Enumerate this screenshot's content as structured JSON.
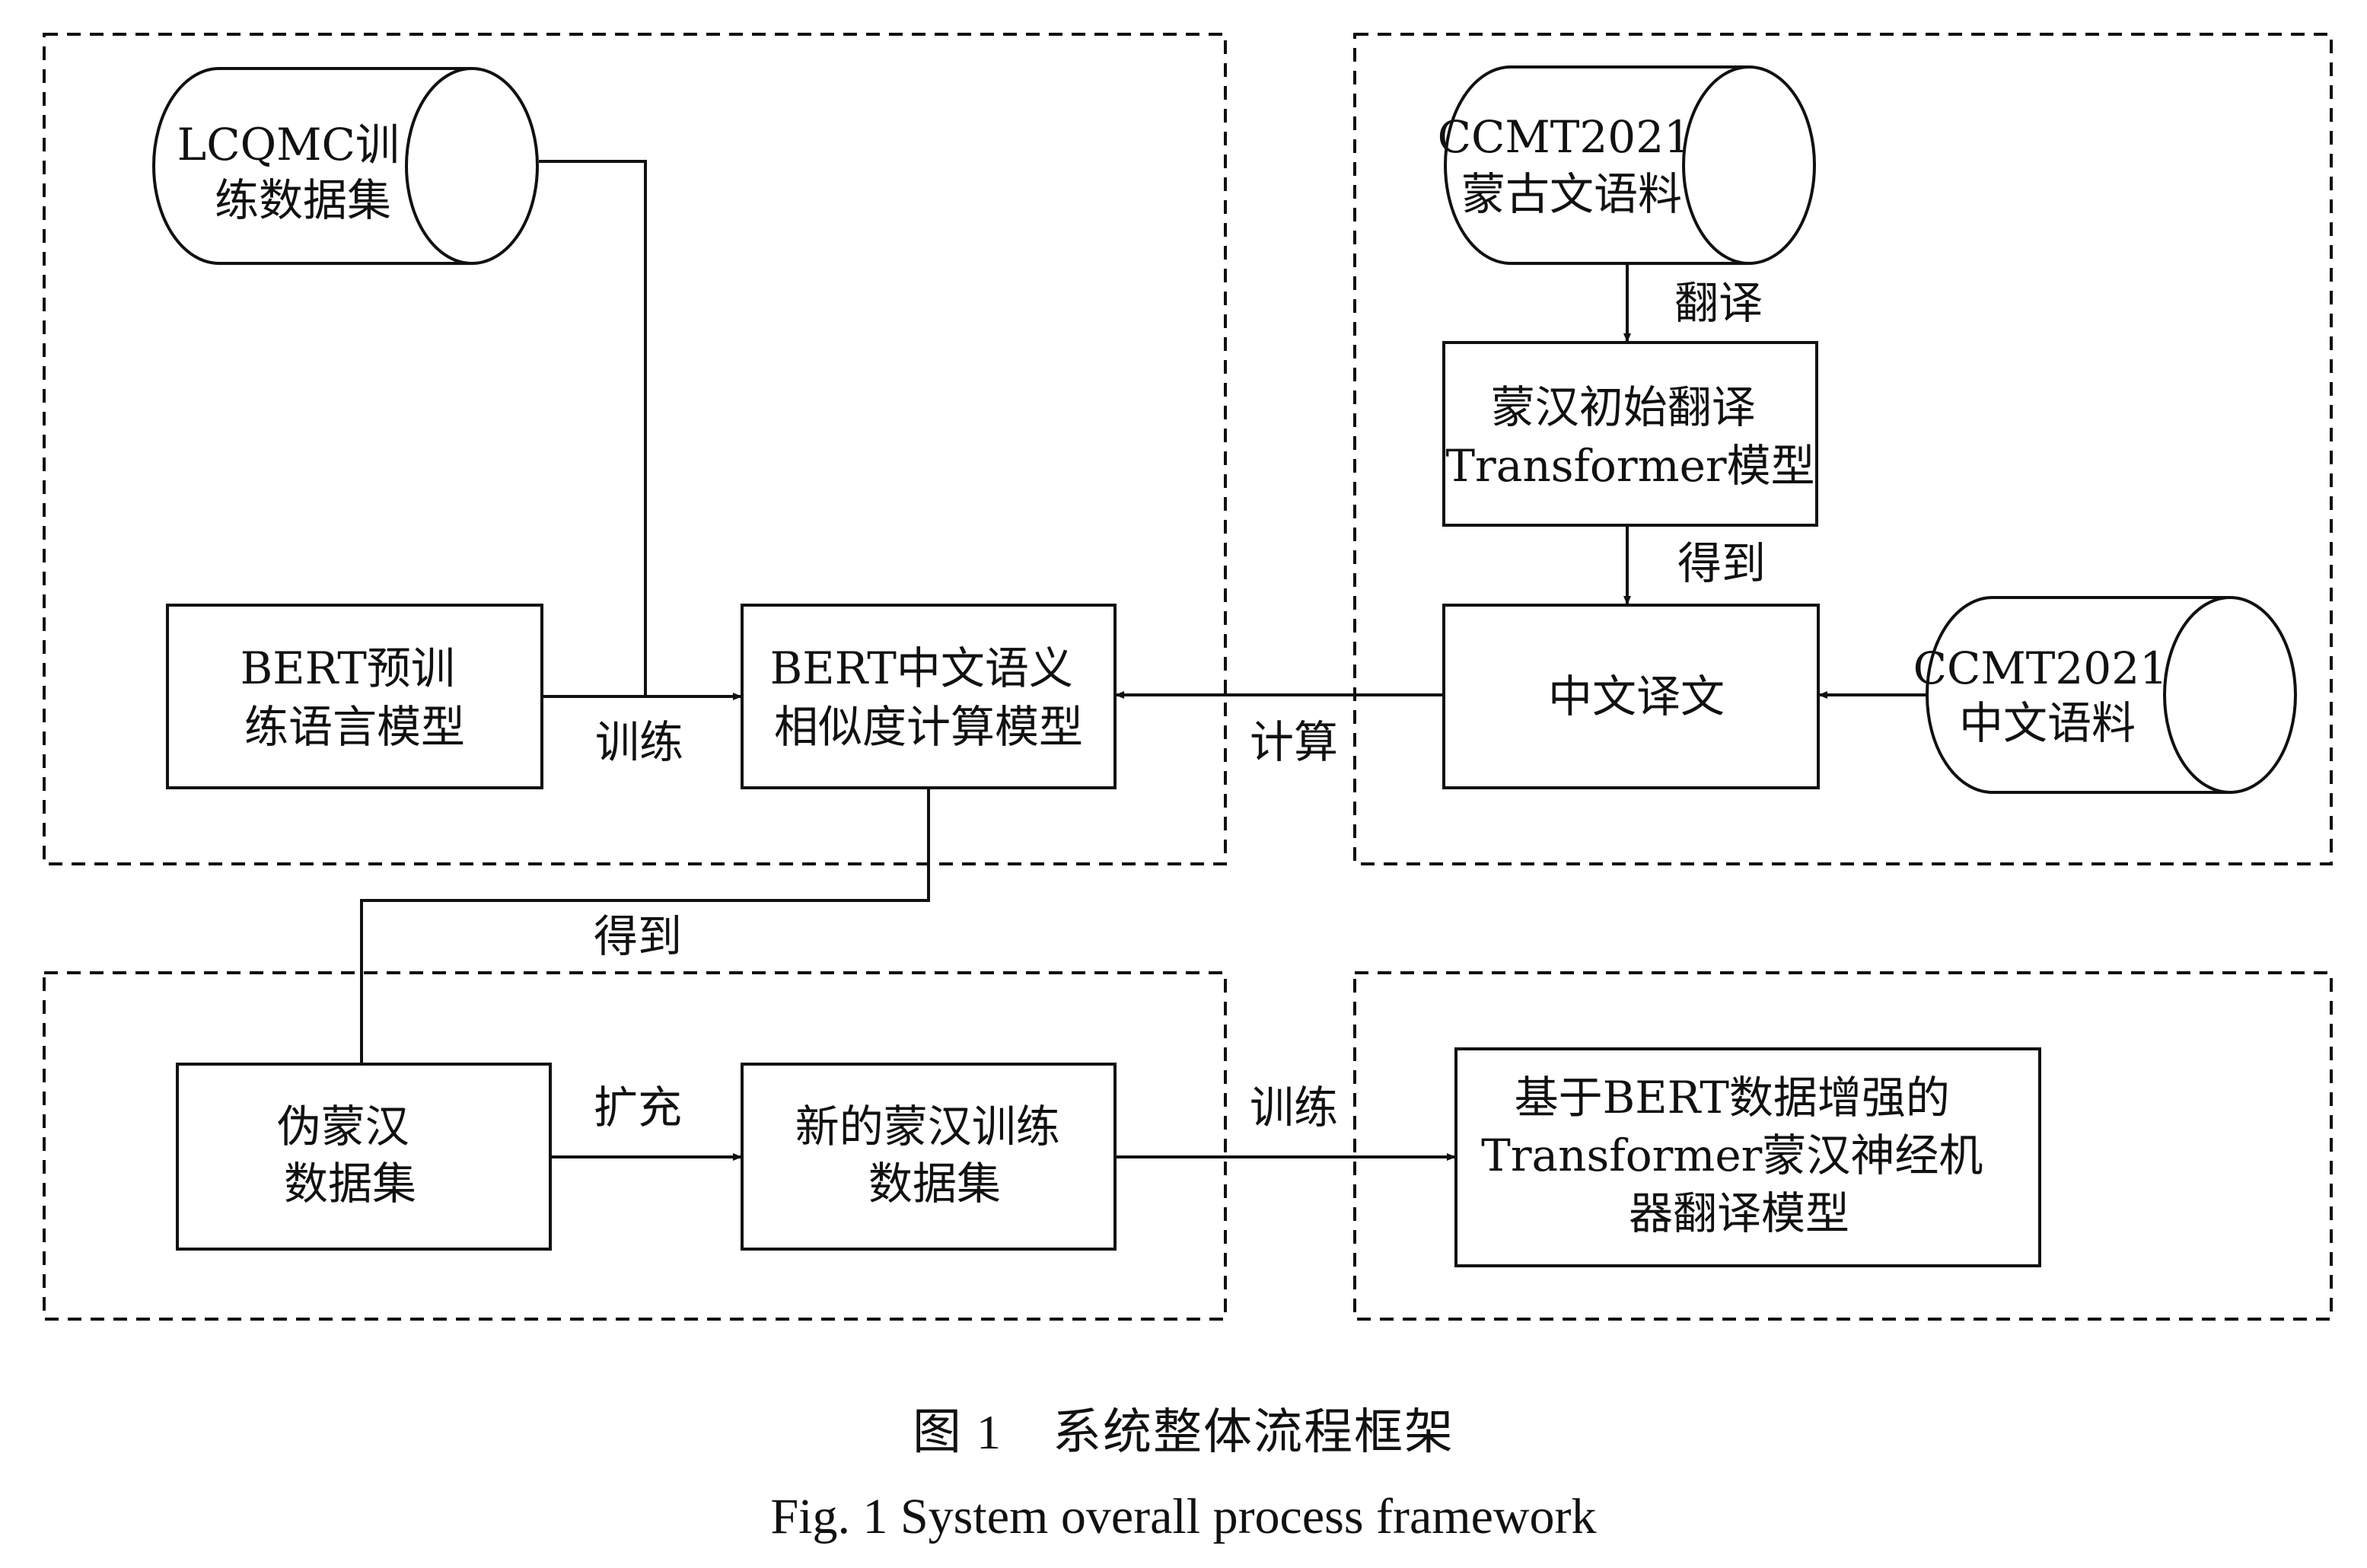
{
  "figure": {
    "caption_cn": "图 1　系统整体流程框架",
    "caption_en": "Fig. 1   System overall process framework"
  },
  "nodes": {
    "lcqmc_db": [
      "LCQMC训",
      "练数据集"
    ],
    "bert_pretrain": [
      "BERT预训",
      "练语言模型"
    ],
    "bert_similarity": [
      "BERT中文语义",
      "相似度计算模型"
    ],
    "ccmt_mongolian_db": [
      "CCMT2021",
      "蒙古文语料"
    ],
    "initial_translation_model": [
      "蒙汉初始翻译",
      "Transformer模型"
    ],
    "chinese_translation": [
      "中文译文"
    ],
    "ccmt_chinese_db": [
      "CCMT2021",
      "中文语料"
    ],
    "pseudo_dataset": [
      "伪蒙汉",
      "数据集"
    ],
    "new_training_dataset": [
      "新的蒙汉训练",
      "数据集"
    ],
    "final_model": [
      "基于BERT数据增强的",
      "Transformer蒙汉神经机",
      "器翻译模型"
    ]
  },
  "edges": {
    "train_similarity": "训练",
    "compute": "计算",
    "translate": "翻译",
    "obtain_translation": "得到",
    "obtain_pseudo": "得到",
    "expand": "扩充",
    "train_final": "训练"
  }
}
